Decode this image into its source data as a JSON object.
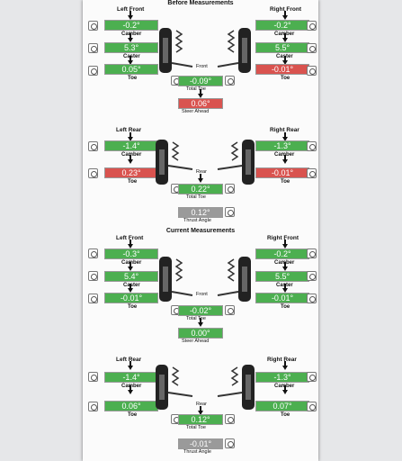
{
  "before": {
    "title": "Before Measurements",
    "left_front": {
      "header": "Left Front",
      "camber": "-0.2°",
      "caster": "5.3°",
      "toe": "0.05°"
    },
    "right_front": {
      "header": "Right Front",
      "camber": "-0.2°",
      "caster": "5.5°",
      "toe": "-0.01°"
    },
    "front": {
      "label": "Front",
      "total_toe": "-0.09°",
      "total_toe_label": "Total Toe",
      "steer_ahead": "0.06°",
      "steer_ahead_label": "Steer Ahead"
    },
    "left_rear": {
      "header": "Left Rear",
      "camber": "-1.4°",
      "toe": "0.23°"
    },
    "right_rear": {
      "header": "Right Rear",
      "camber": "-1.3°",
      "toe": "-0.01°"
    },
    "rear": {
      "label": "Rear",
      "total_toe": "0.22°",
      "total_toe_label": "Total Toe",
      "thrust": "0.12°",
      "thrust_label": "Thrust Angle"
    }
  },
  "current": {
    "title": "Current Measurements",
    "left_front": {
      "header": "Left Front",
      "camber": "-0.3°",
      "caster": "5.4°",
      "toe": "-0.01°"
    },
    "right_front": {
      "header": "Right Front",
      "camber": "-0.2°",
      "caster": "5.5°",
      "toe": "-0.01°"
    },
    "front": {
      "label": "Front",
      "total_toe": "-0.02°",
      "total_toe_label": "Total Toe",
      "steer_ahead": "0.00°",
      "steer_ahead_label": "Steer Ahead"
    },
    "left_rear": {
      "header": "Left Rear",
      "camber": "-1.4°",
      "toe": "0.06°"
    },
    "right_rear": {
      "header": "Right Rear",
      "camber": "-1.3°",
      "toe": "0.07°"
    },
    "rear": {
      "label": "Rear",
      "total_toe": "0.12°",
      "total_toe_label": "Total Toe",
      "thrust": "-0.01°",
      "thrust_label": "Thrust Angle"
    }
  },
  "labels": {
    "camber": "Camber",
    "caster": "Caster",
    "toe": "Toe"
  },
  "colors": {
    "in_spec": "#4caf50",
    "out_of_spec": "#d9534f",
    "neutral": "#9a9a9a"
  }
}
